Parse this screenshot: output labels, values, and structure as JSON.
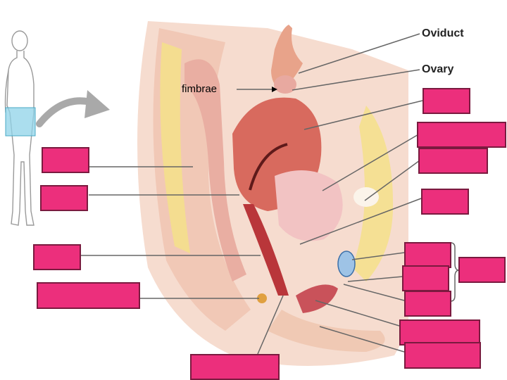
{
  "labels": {
    "oviduct": "Oviduct",
    "ovary": "Ovary",
    "fimbrae": "fimbrae"
  },
  "colors": {
    "label_box_fill": "#ec2f7c",
    "label_box_border": "#7a1a3f",
    "leader_line": "#666666"
  },
  "blank_label_box_count": 15
}
